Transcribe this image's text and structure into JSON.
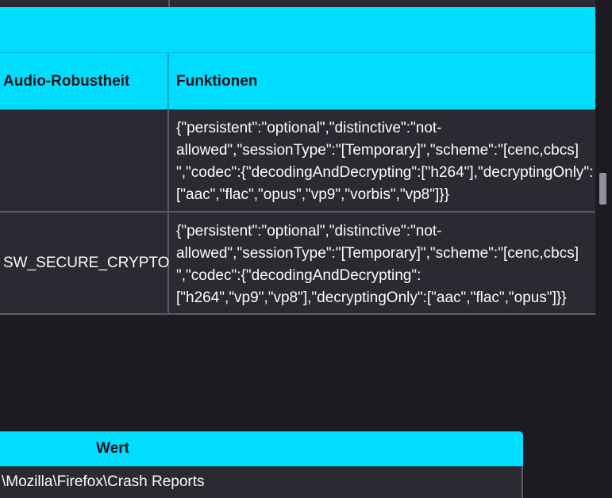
{
  "cdm_table": {
    "headers": {
      "audio_robustness": "Audio-Robustheit",
      "capabilities": "Funktionen"
    },
    "rows": [
      {
        "audio_robustness": "",
        "capabilities": "{\"persistent\":\"optional\",\"distinctive\":\"not-\nallowed\",\"sessionType\":\"[Temporary]\",\"scheme\":\"[cenc,cbcs]\n\",\"codec\":{\"decodingAndDecrypting\":[\"h264\"],\"decryptingOnly\":\n[\"aac\",\"flac\",\"opus\",\"vp9\",\"vorbis\",\"vp8\"]}}"
      },
      {
        "audio_robustness": "SW_SECURE_CRYPTO",
        "capabilities": "{\"persistent\":\"optional\",\"distinctive\":\"not-\nallowed\",\"sessionType\":\"[Temporary]\",\"scheme\":\"[cenc,cbcs]\n\",\"codec\":{\"decodingAndDecrypting\":\n[\"h264\",\"vp9\",\"vp8\"],\"decryptingOnly\":[\"aac\",\"flac\",\"opus\"]}}"
      }
    ]
  },
  "crash_table": {
    "header": "Wert",
    "value": "\\Mozilla\\Firefox\\Crash Reports"
  },
  "colors": {
    "header_bg": "#00ddff",
    "row_bg": "#2b2a33",
    "page_bg": "#1c1b22",
    "border": "#5b5b66"
  }
}
